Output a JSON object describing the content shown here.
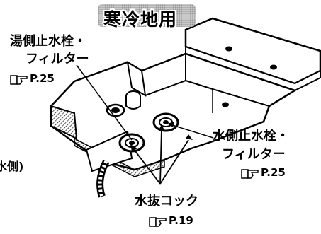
{
  "title": "寒冷地用",
  "labels": {
    "hot_side": {
      "line1": "湯側止水栓・",
      "line2": "フィルター",
      "ref": "P.25"
    },
    "water_side": {
      "line1": "水側止水栓・",
      "line2": "フィルター",
      "ref": "P.25"
    },
    "drain_cock": {
      "line1": "水抜コック",
      "ref": "P.19"
    },
    "edge_fragment": "水側)"
  },
  "icons": {
    "ref_icon": "pointing-hand-icon"
  }
}
